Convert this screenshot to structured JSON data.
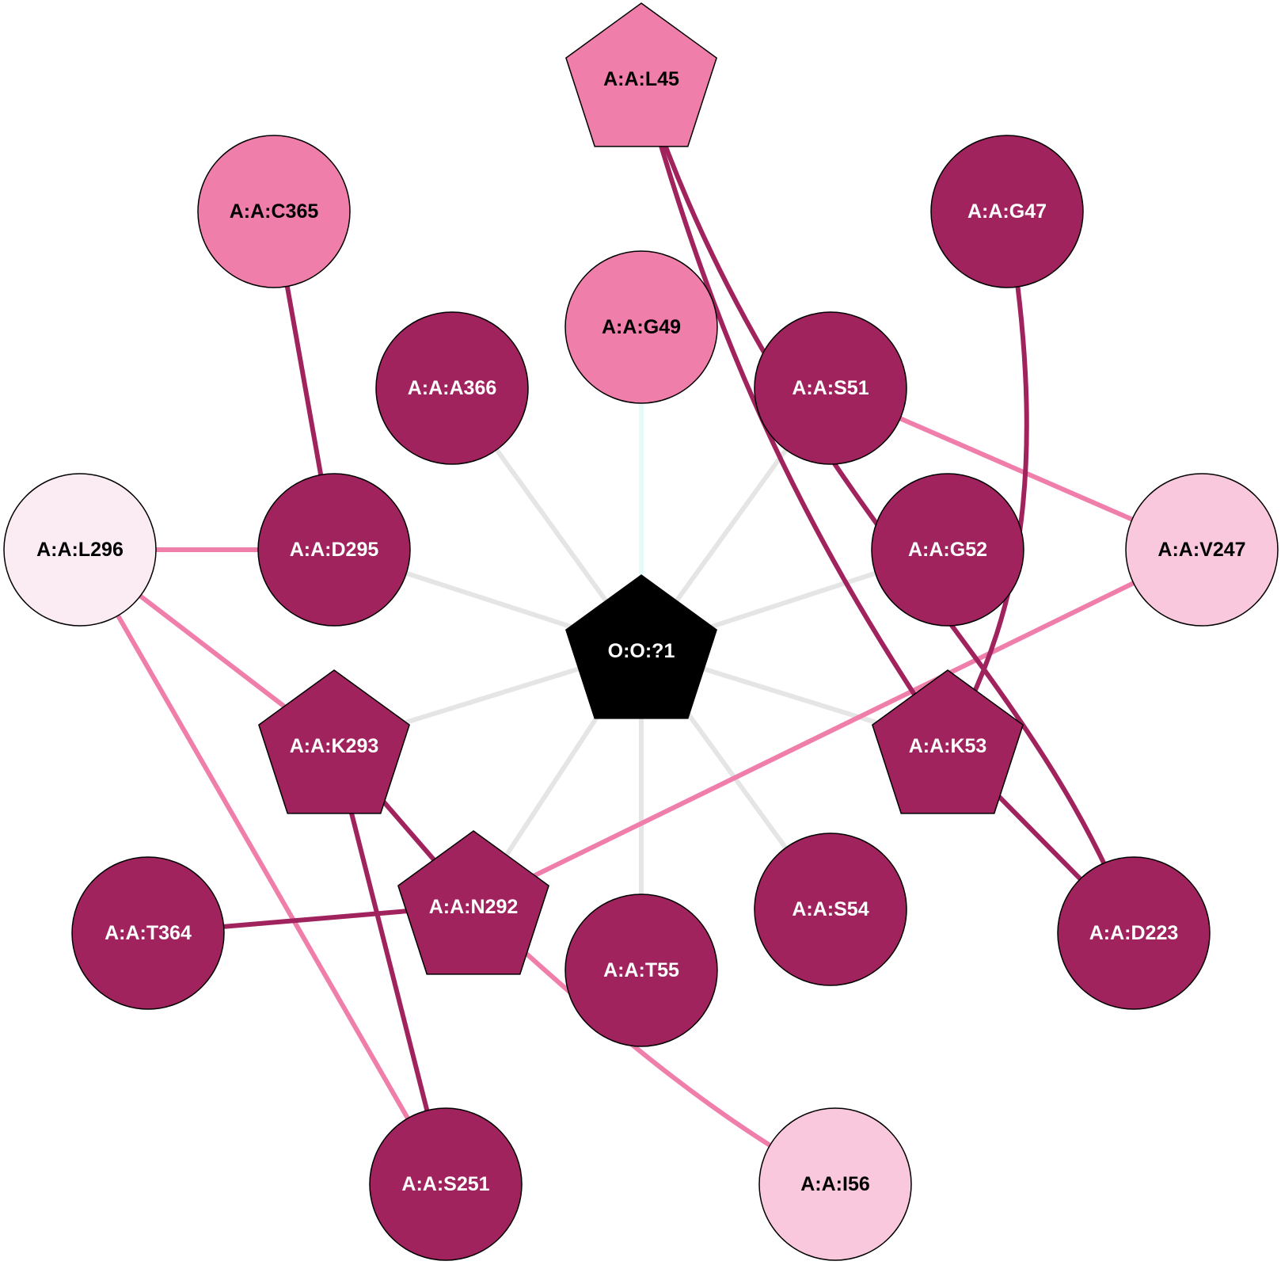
{
  "colors": {
    "dark": "#a0235e",
    "medium": "#f07eab",
    "light": "#f9c8dc",
    "verylight": "#fbebf3",
    "center": "#000000",
    "spoke": "#e5e5e5",
    "spoke_g49": "#e6fafa",
    "text_light": "#ffffff",
    "text_dark": "#000000",
    "outline": "#000000"
  },
  "nodes": [
    {
      "id": "center",
      "label": "O:O:?1",
      "shape": "pentagon",
      "fill": "center",
      "text": "text_light"
    },
    {
      "id": "L45",
      "label": "A:A:L45",
      "shape": "pentagon",
      "fill": "medium",
      "text": "text_dark"
    },
    {
      "id": "C365",
      "label": "A:A:C365",
      "shape": "circle",
      "fill": "medium",
      "text": "text_dark"
    },
    {
      "id": "G47",
      "label": "A:A:G47",
      "shape": "circle",
      "fill": "dark",
      "text": "text_light"
    },
    {
      "id": "G49",
      "label": "A:A:G49",
      "shape": "circle",
      "fill": "medium",
      "text": "text_dark"
    },
    {
      "id": "A366",
      "label": "A:A:A366",
      "shape": "circle",
      "fill": "dark",
      "text": "text_light"
    },
    {
      "id": "S51",
      "label": "A:A:S51",
      "shape": "circle",
      "fill": "dark",
      "text": "text_light"
    },
    {
      "id": "L296",
      "label": "A:A:L296",
      "shape": "circle",
      "fill": "verylight",
      "text": "text_dark"
    },
    {
      "id": "D295",
      "label": "A:A:D295",
      "shape": "circle",
      "fill": "dark",
      "text": "text_light"
    },
    {
      "id": "G52",
      "label": "A:A:G52",
      "shape": "circle",
      "fill": "dark",
      "text": "text_light"
    },
    {
      "id": "V247",
      "label": "A:A:V247",
      "shape": "circle",
      "fill": "light",
      "text": "text_dark"
    },
    {
      "id": "K293",
      "label": "A:A:K293",
      "shape": "pentagon",
      "fill": "dark",
      "text": "text_light"
    },
    {
      "id": "K53",
      "label": "A:A:K53",
      "shape": "pentagon",
      "fill": "dark",
      "text": "text_light"
    },
    {
      "id": "N292",
      "label": "A:A:N292",
      "shape": "pentagon",
      "fill": "dark",
      "text": "text_light"
    },
    {
      "id": "T364",
      "label": "A:A:T364",
      "shape": "circle",
      "fill": "dark",
      "text": "text_light"
    },
    {
      "id": "S54",
      "label": "A:A:S54",
      "shape": "circle",
      "fill": "dark",
      "text": "text_light"
    },
    {
      "id": "T55",
      "label": "A:A:T55",
      "shape": "circle",
      "fill": "dark",
      "text": "text_light"
    },
    {
      "id": "D223",
      "label": "A:A:D223",
      "shape": "circle",
      "fill": "dark",
      "text": "text_light"
    },
    {
      "id": "S251",
      "label": "A:A:S251",
      "shape": "circle",
      "fill": "dark",
      "text": "text_light"
    },
    {
      "id": "I56",
      "label": "A:A:I56",
      "shape": "circle",
      "fill": "light",
      "text": "text_dark"
    }
  ],
  "edges": [
    {
      "from": "center",
      "to": "G49",
      "color": "spoke_g49"
    },
    {
      "from": "center",
      "to": "A366",
      "color": "spoke"
    },
    {
      "from": "center",
      "to": "S51",
      "color": "spoke"
    },
    {
      "from": "center",
      "to": "D295",
      "color": "spoke"
    },
    {
      "from": "center",
      "to": "G52",
      "color": "spoke"
    },
    {
      "from": "center",
      "to": "K293",
      "color": "spoke"
    },
    {
      "from": "center",
      "to": "K53",
      "color": "spoke"
    },
    {
      "from": "center",
      "to": "N292",
      "color": "spoke"
    },
    {
      "from": "center",
      "to": "T55",
      "color": "spoke"
    },
    {
      "from": "center",
      "to": "S54",
      "color": "spoke"
    },
    {
      "from": "C365",
      "to": "D295",
      "color": "dark"
    },
    {
      "from": "L296",
      "to": "D295",
      "color": "medium"
    },
    {
      "from": "L296",
      "to": "K293",
      "color": "medium"
    },
    {
      "from": "L296",
      "to": "S251",
      "color": "medium"
    },
    {
      "from": "S51",
      "to": "V247",
      "color": "medium"
    },
    {
      "from": "V247",
      "to": "N292",
      "color": "medium"
    },
    {
      "from": "L45",
      "to": "K53",
      "color": "dark"
    },
    {
      "from": "L45",
      "to": "D223",
      "color": "dark"
    },
    {
      "from": "G47",
      "to": "K53",
      "color": "dark"
    },
    {
      "from": "K53",
      "to": "D223",
      "color": "dark"
    },
    {
      "from": "K293",
      "to": "N292",
      "color": "dark"
    },
    {
      "from": "K293",
      "to": "S251",
      "color": "dark"
    },
    {
      "from": "N292",
      "to": "T364",
      "color": "dark"
    },
    {
      "from": "N292",
      "to": "I56",
      "color": "medium"
    }
  ]
}
